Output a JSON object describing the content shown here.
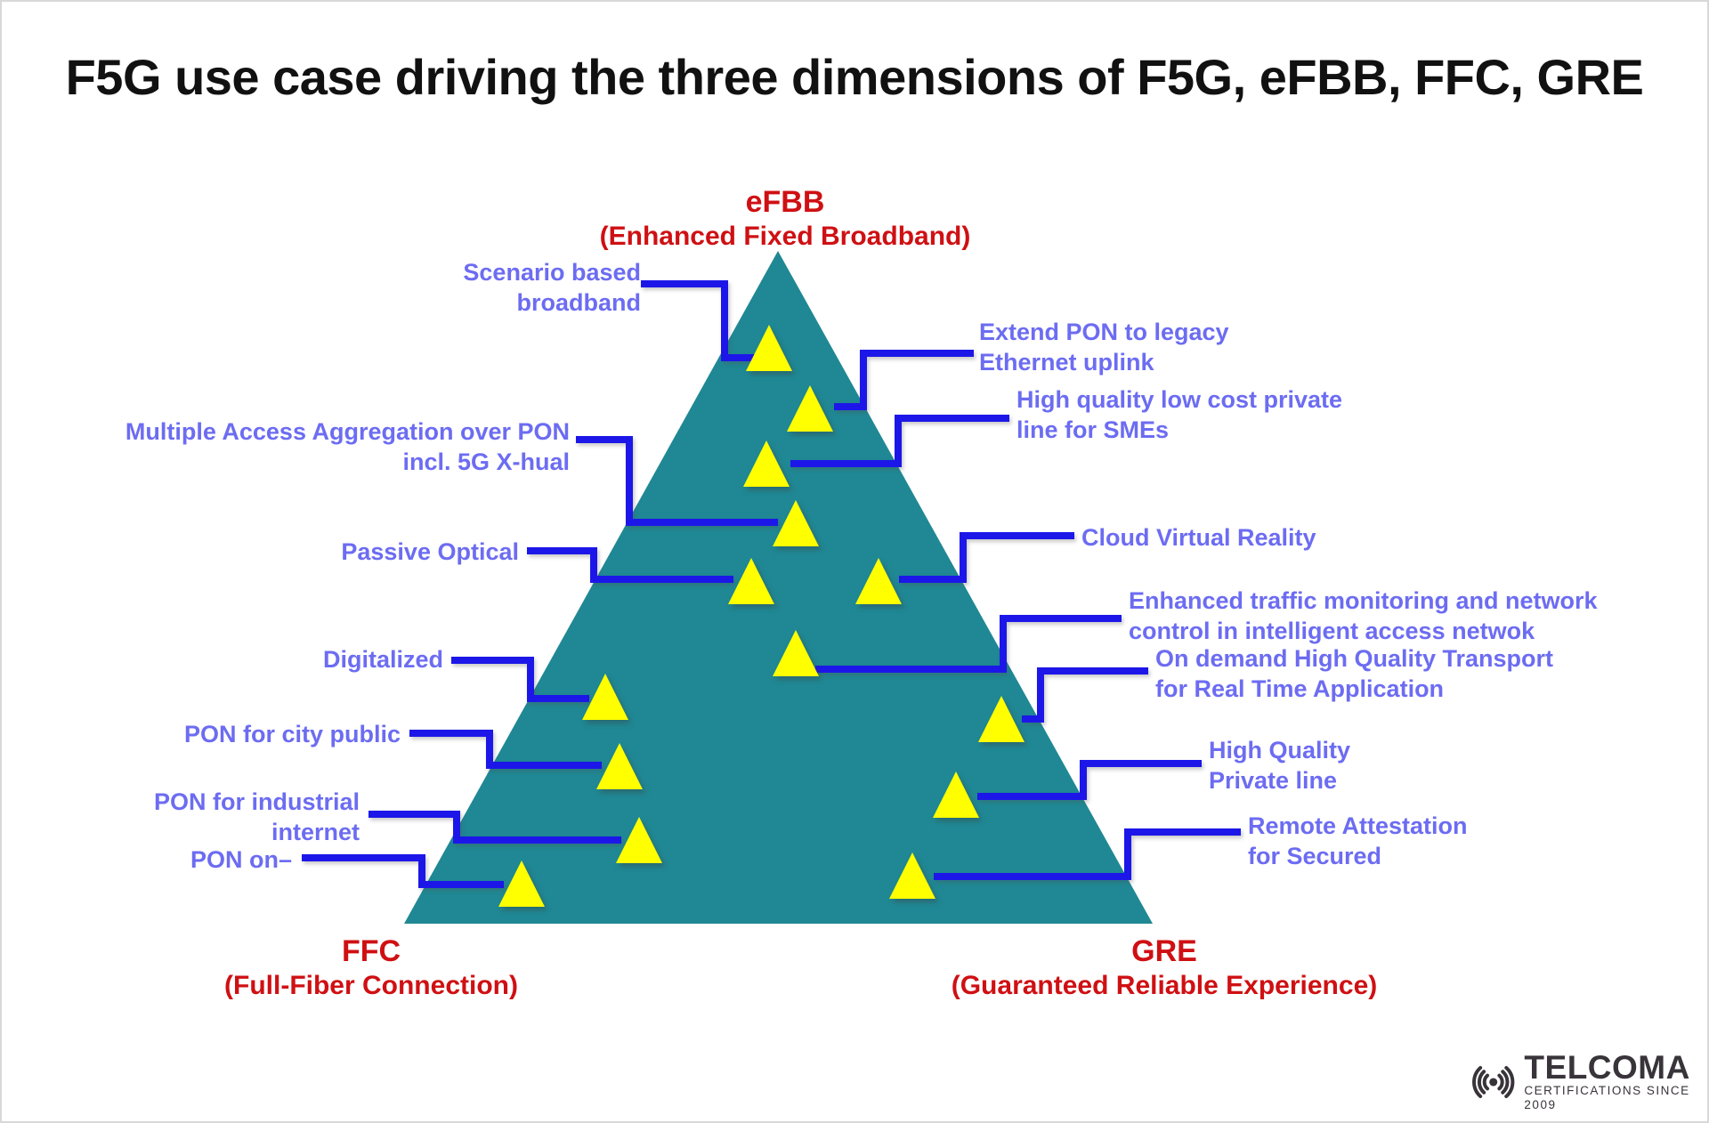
{
  "title": "F5G use case driving the three dimensions of F5G, eFBB, FFC, GRE",
  "colors": {
    "pyramid_teal": "#1f8894",
    "connector_blue": "#1c17e8",
    "label_blue": "#6c6cf2",
    "vertex_red": "#cf1013",
    "marker_yellow": "#ffff00",
    "title_black": "#111111"
  },
  "vertices": {
    "top": {
      "abbr": "eFBB",
      "full": "(Enhanced Fixed Broadband)"
    },
    "bottom_left": {
      "abbr": "FFC",
      "full": "(Full-Fiber Connection)"
    },
    "bottom_right": {
      "abbr": "GRE",
      "full": "(Guaranteed Reliable Experience)"
    }
  },
  "use_cases": {
    "left": [
      {
        "id": "scenario-based-broadband",
        "text": "Scenario based\nbroadband"
      },
      {
        "id": "multiple-access-aggregation",
        "text": "Multiple Access Aggregation over PON\nincl. 5G X-hual"
      },
      {
        "id": "passive-optical",
        "text": "Passive Optical"
      },
      {
        "id": "digitalized",
        "text": "Digitalized"
      },
      {
        "id": "pon-for-city-public",
        "text": "PON for city public"
      },
      {
        "id": "pon-for-industrial-internet",
        "text": "PON for industrial\ninternet"
      },
      {
        "id": "pon-on",
        "text": "PON on–"
      }
    ],
    "right": [
      {
        "id": "extend-pon-legacy-ethernet",
        "text": "Extend PON to legacy\nEthernet uplink"
      },
      {
        "id": "high-quality-low-cost-private-line",
        "text": "High quality low cost private\nline for SMEs"
      },
      {
        "id": "cloud-virtual-reality",
        "text": "Cloud Virtual Reality"
      },
      {
        "id": "enhanced-traffic-monitoring",
        "text": "Enhanced traffic monitoring and network\ncontrol in intelligent access netwok"
      },
      {
        "id": "on-demand-high-quality-transport",
        "text": "On demand High Quality Transport\nfor Real Time Application"
      },
      {
        "id": "high-quality-private-line",
        "text": "High Quality\nPrivate line"
      },
      {
        "id": "remote-attestation",
        "text": "Remote Attestation\nfor Secured"
      }
    ]
  },
  "logo": {
    "name": "TELCOMA",
    "tagline": "CERTIFICATIONS SINCE 2009"
  }
}
